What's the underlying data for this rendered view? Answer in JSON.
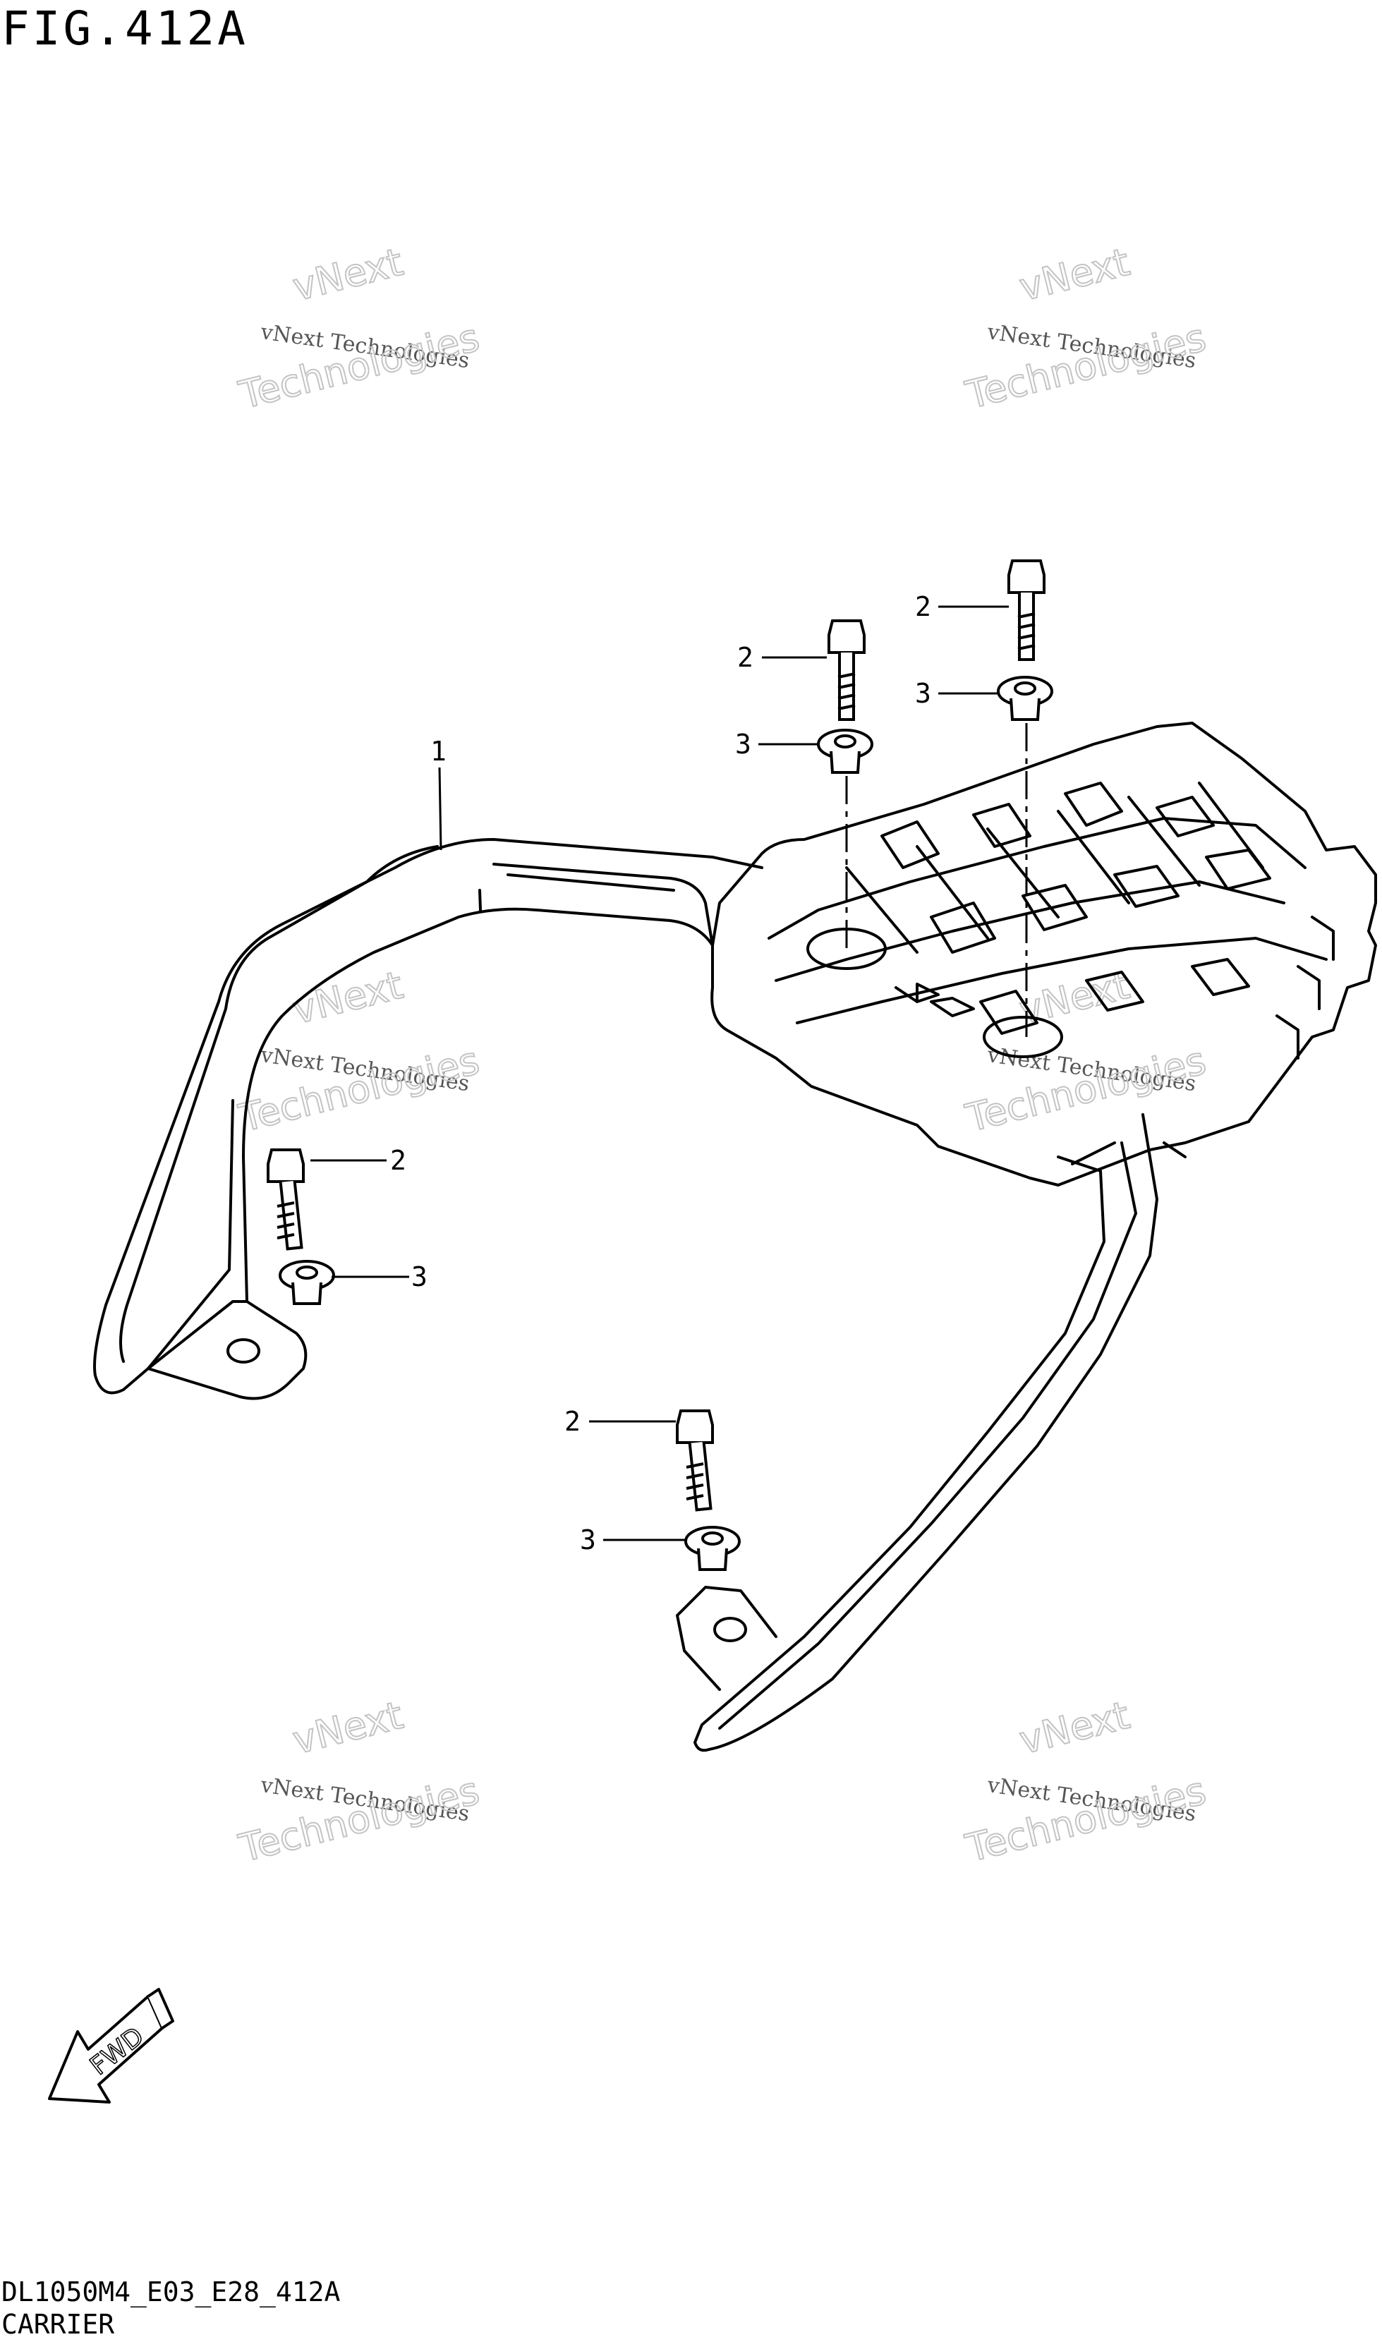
{
  "title": "FIG.412A",
  "drawing_code": "DL1050M4_E03_E28_412A",
  "section_name": "CARRIER",
  "fwd_label": "FWD",
  "watermark": {
    "line1": "vNext Technologies",
    "line2": "vNext",
    "line3": "Technologies"
  },
  "callouts": [
    {
      "id": "carrier",
      "label": "1"
    },
    {
      "id": "bolt-a",
      "label": "2"
    },
    {
      "id": "washer-a",
      "label": "3"
    },
    {
      "id": "bolt-b",
      "label": "2"
    },
    {
      "id": "washer-b",
      "label": "3"
    },
    {
      "id": "bolt-c",
      "label": "2"
    },
    {
      "id": "washer-c",
      "label": "3"
    },
    {
      "id": "bolt-d",
      "label": "2"
    },
    {
      "id": "washer-d",
      "label": "3"
    }
  ]
}
